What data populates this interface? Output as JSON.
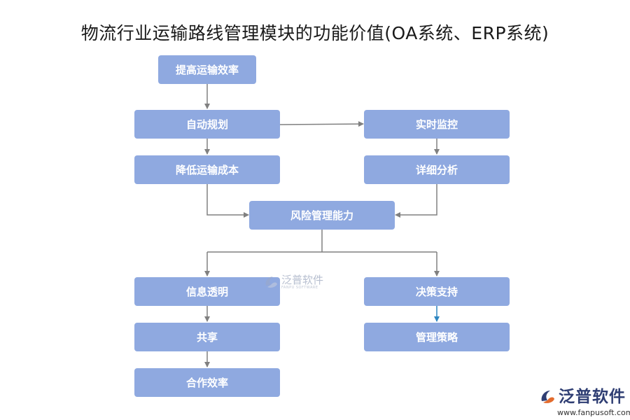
{
  "title": "物流行业运输路线管理模块的功能价值(OA系统、ERP系统)",
  "nodes": {
    "improve_efficiency": "提高运输效率",
    "auto_planning": "自动规划",
    "realtime_monitor": "实时监控",
    "reduce_cost": "降低运输成本",
    "detailed_analysis": "详细分析",
    "risk_management": "风险管理能力",
    "info_transparency": "信息透明",
    "decision_support": "决策支持",
    "sharing": "共享",
    "management_strategy": "管理策略",
    "cooperation_efficiency": "合作效率"
  },
  "colors": {
    "node_fill": "#8fa9e0",
    "edge": "#808080",
    "edge_highlight": "#2e86c1"
  },
  "watermark": {
    "name": "泛普软件",
    "sub": "FANPU SOFTWARE"
  },
  "logo": {
    "name": "泛普软件",
    "url": "www.fanpusoft.com"
  }
}
